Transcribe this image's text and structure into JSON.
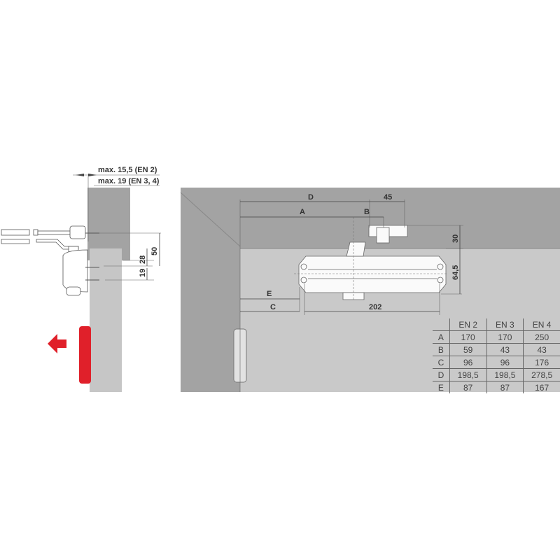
{
  "left_view": {
    "label_max_en2": "max. 15,5 (EN 2)",
    "label_max_en34": "max. 19 (EN 3, 4)",
    "dim_50": "50",
    "dim_28": "28",
    "dim_19": "19"
  },
  "front_view": {
    "dim_D": "D",
    "dim_A": "A",
    "dim_B": "B",
    "dim_45": "45",
    "dim_30": "30",
    "dim_64_5": "64,5",
    "dim_E": "E",
    "dim_C": "C",
    "dim_202": "202"
  },
  "table": {
    "headers": [
      "",
      "EN 2",
      "EN 3",
      "EN 4"
    ],
    "rows": [
      [
        "A",
        "170",
        "170",
        "250"
      ],
      [
        "B",
        "59",
        "43",
        "43"
      ],
      [
        "C",
        "96",
        "96",
        "176"
      ],
      [
        "D",
        "198,5",
        "198,5",
        "278,5"
      ],
      [
        "E",
        "87",
        "87",
        "167"
      ]
    ]
  },
  "colors": {
    "accent_red": "#e0202a",
    "wall": "#a3a3a3",
    "door": "#c8c8c8"
  }
}
